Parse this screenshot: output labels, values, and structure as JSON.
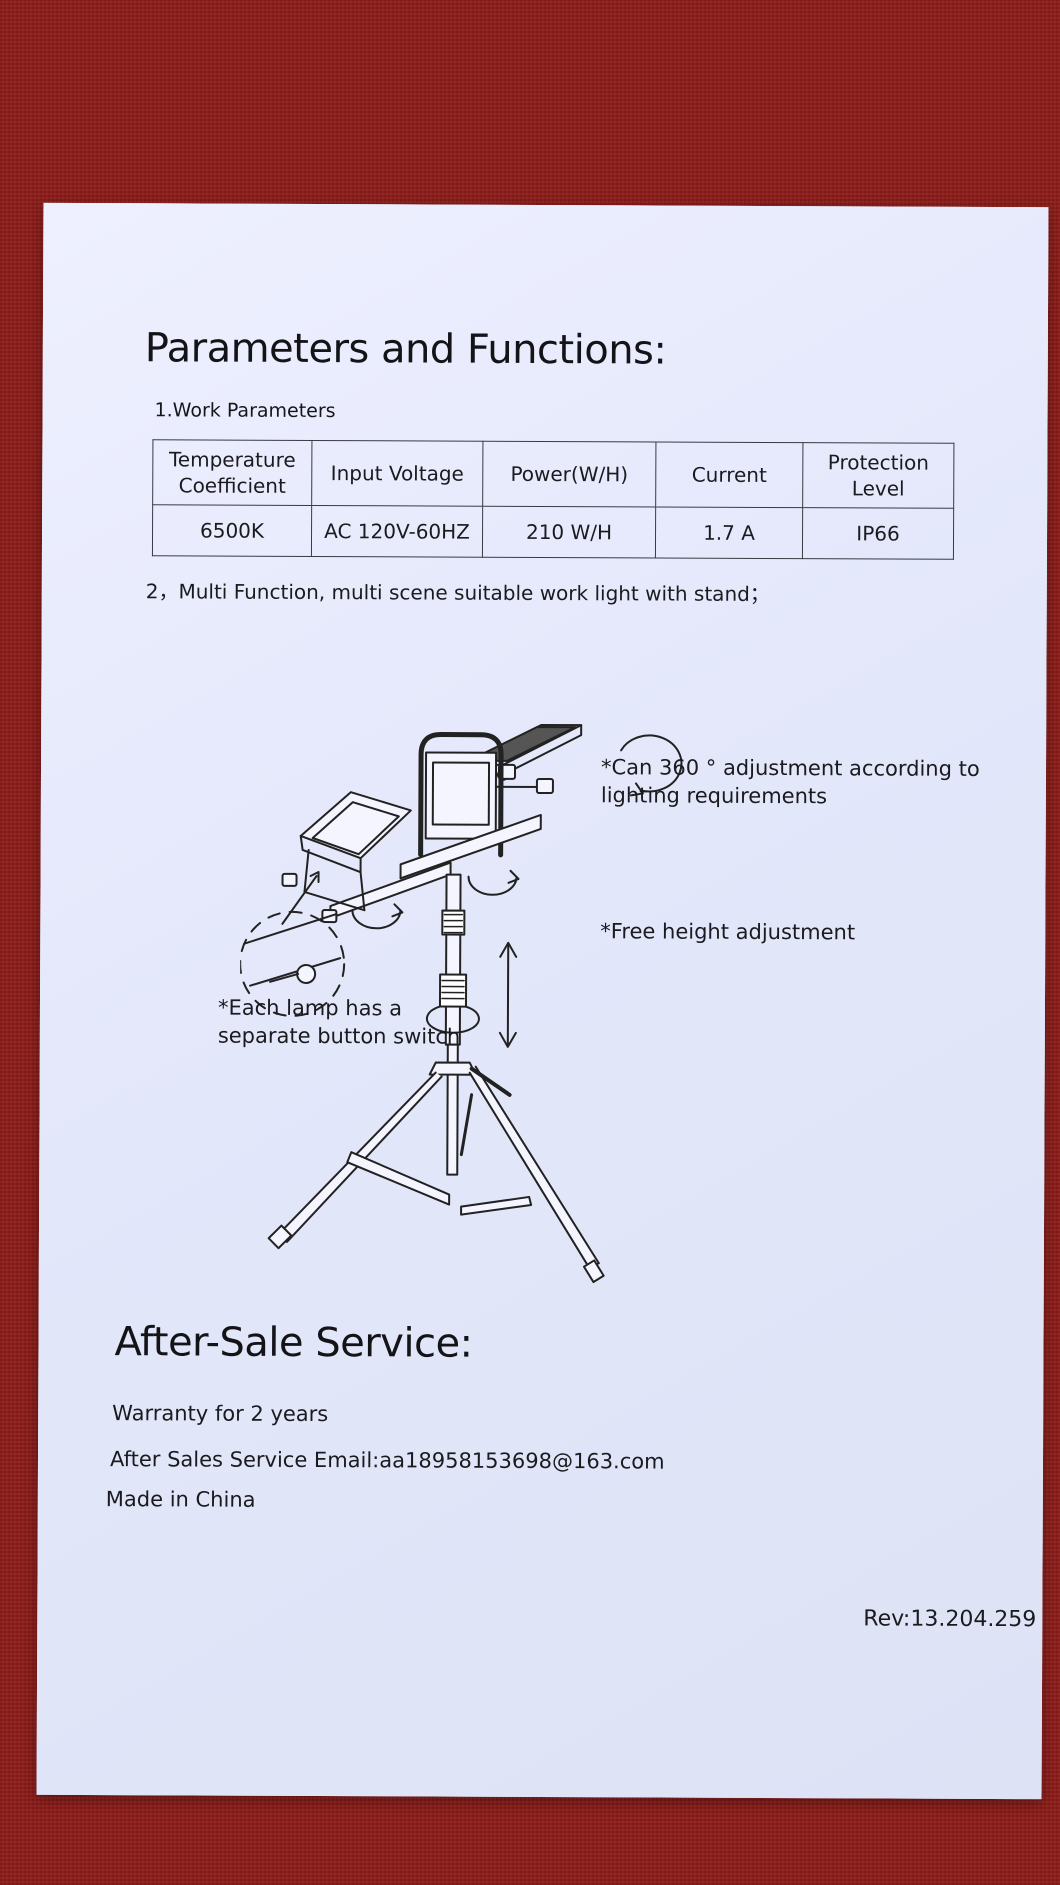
{
  "parameters": {
    "title": "Parameters and Functions:",
    "work_heading": "1.Work Parameters",
    "table": {
      "headers": [
        "Temperature Coefficient",
        "Input Voltage",
        "Power(W/H)",
        "Current",
        "Protection Level"
      ],
      "values": [
        "6500K",
        "AC 120V-60HZ",
        "210 W/H",
        "1.7 A",
        "IP66"
      ]
    },
    "multi_function": "2，Multi Function, multi scene suitable work light with stand；"
  },
  "illustration": {
    "icon": "tripod-work-light-illustration",
    "notes": {
      "rotation": "*Can 360 ° adjustment according to lighting requirements",
      "height": "*Free height adjustment",
      "switch": "*Each lamp has a separate button switch"
    }
  },
  "after_sale": {
    "title": "After-Sale Service:",
    "warranty": "Warranty for 2 years",
    "email": "After Sales Service Email:aa18958153698@163.com",
    "origin": "Made in China"
  },
  "revision": "Rev:13.204.259",
  "colors": {
    "background_fabric": "#8f1d1a",
    "paper": "#e6e9fa",
    "ink": "#1a1a1f"
  }
}
